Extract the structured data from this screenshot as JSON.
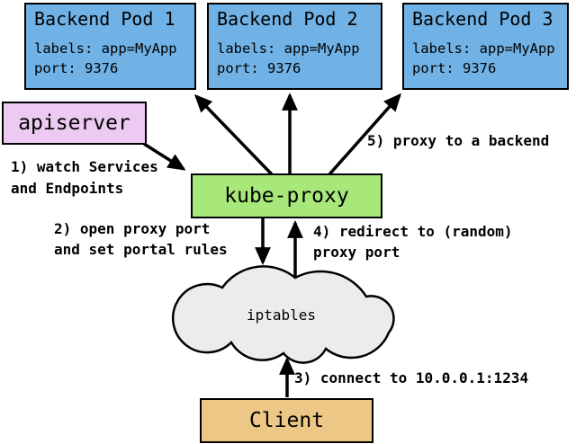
{
  "diagram": {
    "pods": [
      {
        "title": "Backend Pod 1",
        "labels": "labels: app=MyApp",
        "port": "port: 9376"
      },
      {
        "title": "Backend Pod 2",
        "labels": "labels: app=MyApp",
        "port": "port: 9376"
      },
      {
        "title": "Backend Pod 3",
        "labels": "labels: app=MyApp",
        "port": "port: 9376"
      }
    ],
    "apiserver": {
      "label": "apiserver"
    },
    "kube_proxy": {
      "label": "kube-proxy"
    },
    "iptables": {
      "label": "iptables"
    },
    "client": {
      "label": "Client"
    },
    "annotations": {
      "step1": {
        "line1": "1) watch Services",
        "line2": "and Endpoints"
      },
      "step2": {
        "line1": "2) open proxy port",
        "line2": "and set portal rules"
      },
      "step3": {
        "line1": "3) connect to 10.0.0.1:1234"
      },
      "step4": {
        "line1": "4) redirect to (random)",
        "line2": "proxy port"
      },
      "step5": {
        "line1": "5) proxy to a backend"
      }
    },
    "colors": {
      "pod_fill": "#70b2e6",
      "apiserver_fill": "#eccaf2",
      "kube_proxy_fill": "#a8e87a",
      "iptables_fill": "#ececec",
      "client_fill": "#edc786",
      "line": "#000000"
    }
  }
}
